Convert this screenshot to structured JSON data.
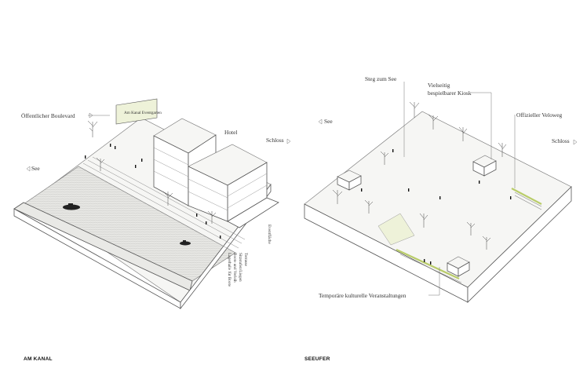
{
  "left_panel": {
    "caption": "AM KANAL",
    "labels": {
      "boulevard": "Öffentlicher Boulevard",
      "hotel": "Hotel",
      "schloss": "Schloss",
      "see": "See",
      "sign": "Am Kanal Eventgarten"
    },
    "vertical_labels": [
      "Eventfläche",
      "Terrasse",
      "Sitzstufen/Liegen",
      "Boote und Verleih",
      "Lagerhalle für Boote"
    ]
  },
  "right_panel": {
    "caption": "SEEUFER",
    "labels": {
      "steg": "Steg zum See",
      "kiosk_1": "Vielseitig",
      "kiosk_2": "bespielbarer Kiosk",
      "veloweg": "Offizieller Veloweg",
      "schloss": "Schloss",
      "see": "See",
      "temporaere": "Temporäre kulturelle Veranstaltungen"
    }
  },
  "colors": {
    "accent_green": "#c9d98a",
    "line": "#555555",
    "water": "#e3e3e0"
  }
}
